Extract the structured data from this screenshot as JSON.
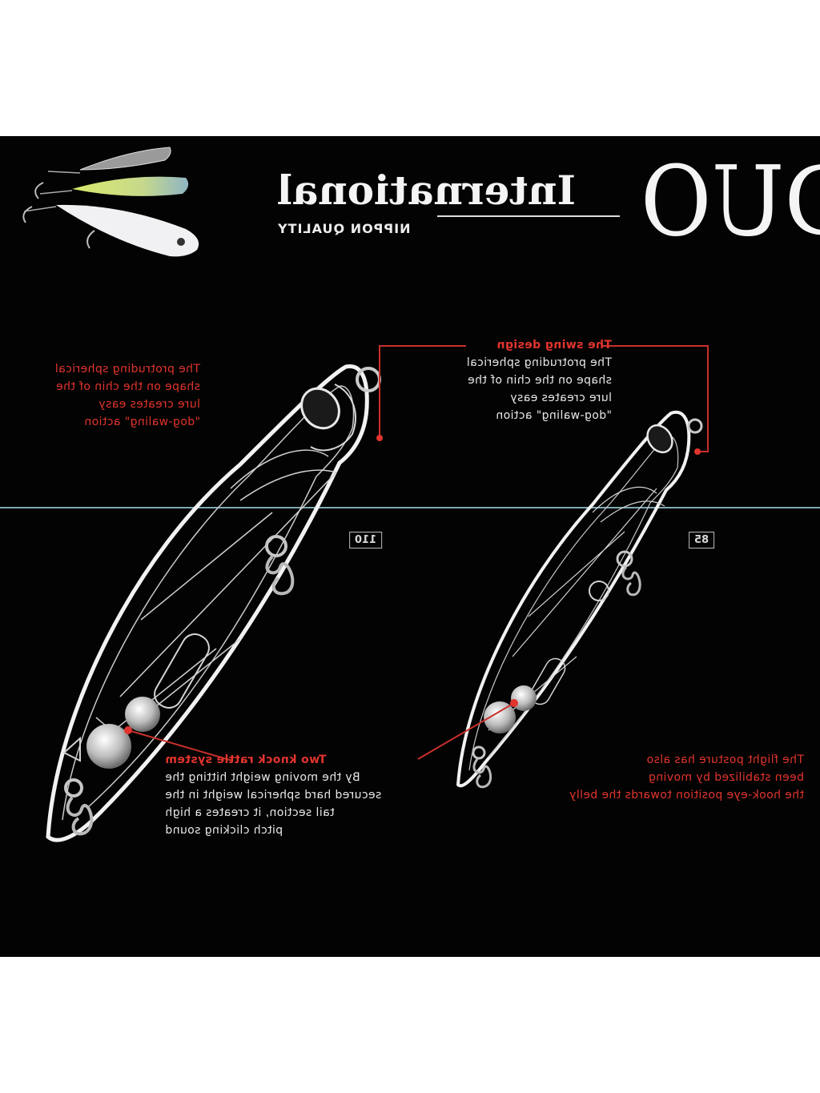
{
  "brand": {
    "logo": "DUO",
    "name": "International",
    "tagline": "NIPPON QUALITY"
  },
  "callouts": {
    "chin_left": [
      "The protruding spherical",
      "shape on the chin of the",
      "lure creates easy",
      "\"dog-waling\" action"
    ],
    "swing": {
      "title": "The swing design",
      "body": [
        "The protruding spherical",
        "shape on the chin of the",
        "lure creates easy",
        "\"dog-waling\" action"
      ]
    },
    "rattle": {
      "title": "Two knock rattle system",
      "body": [
        "By the moving weight hitting the",
        "secured hard spherical weight in the",
        "tail section, it creates a high",
        "pitch clicking sound"
      ]
    },
    "flight": [
      "The flight posture has also",
      "been stabilized by moving",
      "the hook-eye position towards the belly"
    ]
  },
  "sizes": {
    "large": "110",
    "small": "85"
  },
  "colors": {
    "background": "#030303",
    "accent_red": "#e2342e",
    "divider": "#7fa9b2",
    "outline": "#f2f2f2"
  },
  "icons": [
    "lure-photo-icon",
    "lure-110-diagram-icon",
    "lure-85-diagram-icon"
  ]
}
